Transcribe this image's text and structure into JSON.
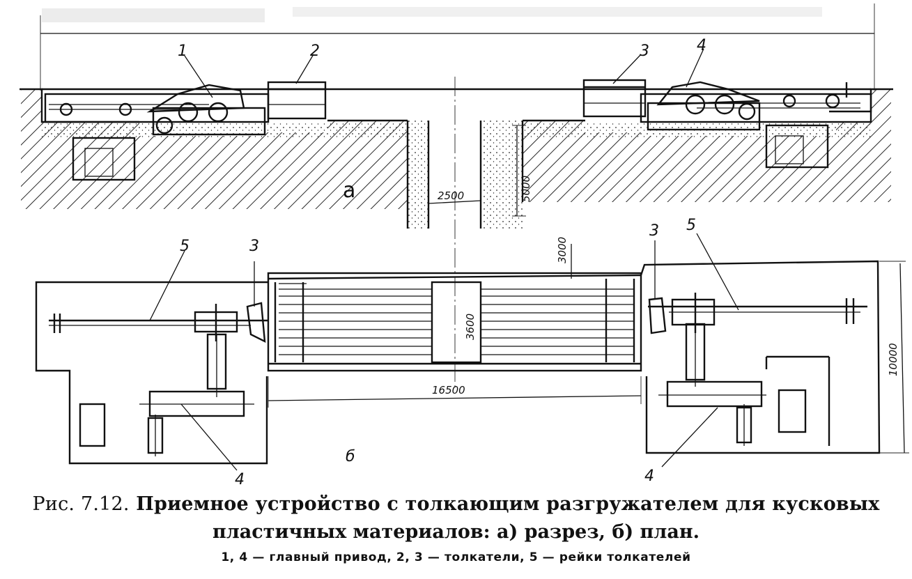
{
  "figure": {
    "caption_line1_number": "Рис. 7.12.",
    "caption_line1_text": "Приемное устройство с толкающим разгружателем для кусковых",
    "caption_line2": "пластичных материалов: а) разрез, б) план.",
    "legend": "1, 4 — главный привод, 2, 3 — толкатели, 5 — рейки толкателей"
  },
  "section_a": {
    "view_letter": "а",
    "labels": [
      "1",
      "2",
      "3",
      "4"
    ],
    "dim_pit_width": "2500",
    "dim_pit_depth": "5000"
  },
  "section_b": {
    "view_letter": "б",
    "labels": [
      "5",
      "3",
      "3",
      "5",
      "4",
      "4"
    ],
    "dim_length": "16500",
    "dim_center_width": "3600",
    "dim_top": "3000",
    "dim_right": "10000"
  }
}
